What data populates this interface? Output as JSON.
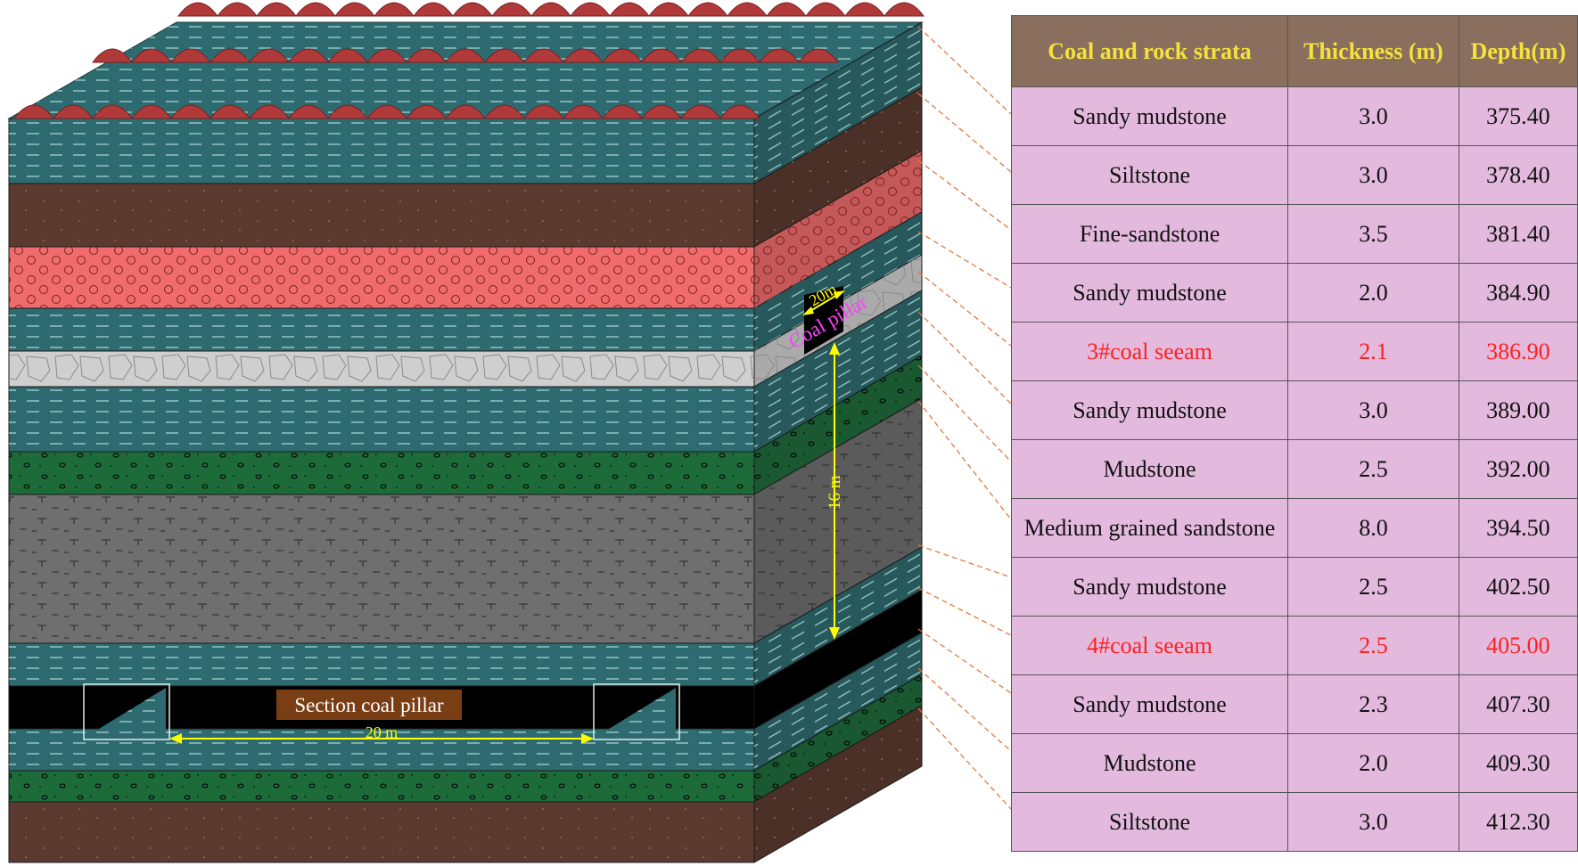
{
  "table": {
    "headers": [
      "Coal and rock strata",
      "Thickness (m)",
      "Depth(m)"
    ],
    "rows": [
      {
        "stratum": "Sandy mudstone",
        "thickness": "3.0",
        "depth": "375.40",
        "highlight": false
      },
      {
        "stratum": "Siltstone",
        "thickness": "3.0",
        "depth": "378.40",
        "highlight": false
      },
      {
        "stratum": "Fine-sandstone",
        "thickness": "3.5",
        "depth": "381.40",
        "highlight": false
      },
      {
        "stratum": "Sandy mudstone",
        "thickness": "2.0",
        "depth": "384.90",
        "highlight": false
      },
      {
        "stratum": "3#coal seeam",
        "thickness": "2.1",
        "depth": "386.90",
        "highlight": true
      },
      {
        "stratum": "Sandy mudstone",
        "thickness": "3.0",
        "depth": "389.00",
        "highlight": false
      },
      {
        "stratum": "Mudstone",
        "thickness": "2.5",
        "depth": "392.00",
        "highlight": false
      },
      {
        "stratum": "Medium grained sandstone",
        "thickness": "8.0",
        "depth": "394.50",
        "highlight": false
      },
      {
        "stratum": "Sandy mudstone",
        "thickness": "2.5",
        "depth": "402.50",
        "highlight": false
      },
      {
        "stratum": "4#coal seeam",
        "thickness": "2.5",
        "depth": "405.00",
        "highlight": true
      },
      {
        "stratum": "Sandy mudstone",
        "thickness": "2.3",
        "depth": "407.30",
        "highlight": false
      },
      {
        "stratum": "Mudstone",
        "thickness": "2.0",
        "depth": "409.30",
        "highlight": false
      },
      {
        "stratum": "Siltstone",
        "thickness": "3.0",
        "depth": "412.30",
        "highlight": false
      }
    ]
  },
  "annotations": {
    "section_pillar_label": "Section coal pillar",
    "section_pillar_width": "20 m",
    "coal_pillar_label": "Coal pillar",
    "coal_pillar_width": "20m",
    "vertical_distance": "16 m"
  },
  "colors": {
    "sandy_mudstone": "#2e6b70",
    "siltstone": "#5c3a30",
    "fine_sandstone": "#f06c6c",
    "coal": "#000000",
    "mudstone": "#1e6b3a",
    "medium_sandstone": "#6f6f6f",
    "pillar_stone": "#cfcfcf",
    "hill": "#b03a3a",
    "table_header_bg": "#8a6f5e",
    "table_header_text": "#f5e23c",
    "table_cell_bg": "#e3b9dd",
    "highlight_text": "#ff2020",
    "leader_line": "#e07030",
    "dimension_line": "#ffff00",
    "coal_pillar_text": "#ff40ff"
  }
}
